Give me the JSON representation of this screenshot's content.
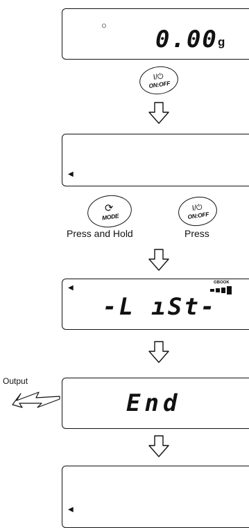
{
  "display1": {
    "stable_mark": "○",
    "value": "0.00",
    "unit": "g"
  },
  "onoff_button": {
    "symbol": "I/⏻",
    "label": "ON:OFF"
  },
  "mode_button": {
    "symbol": "⟳",
    "label": "MODE"
  },
  "instruction": {
    "hold": "Press and Hold",
    "press": "Press"
  },
  "display3": {
    "text": "-L ıSt-",
    "indicator_label": "GBOOK"
  },
  "display4": {
    "text": "End"
  },
  "output": {
    "label": "Output"
  }
}
